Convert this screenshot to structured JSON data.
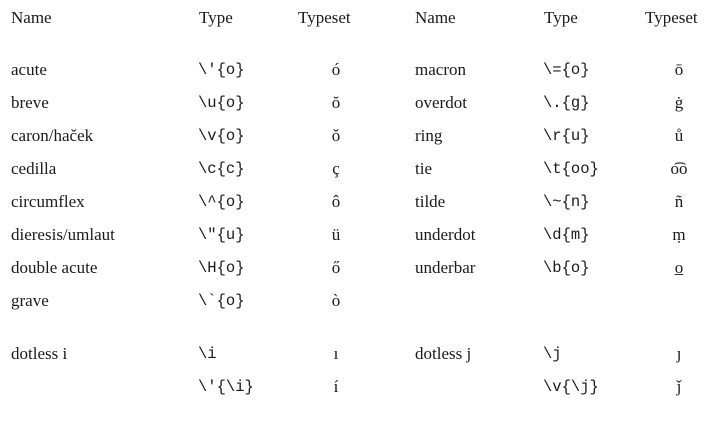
{
  "headers": [
    "Name",
    "Type",
    "Typeset",
    "Name",
    "Type",
    "Typeset"
  ],
  "rows": [
    {
      "left": {
        "name": "acute",
        "type": "\\'{o}",
        "typeset": "ó"
      },
      "right": {
        "name": "macron",
        "type": "\\={o}",
        "typeset": "ō"
      }
    },
    {
      "left": {
        "name": "breve",
        "type": "\\u{o}",
        "typeset": "ŏ"
      },
      "right": {
        "name": "overdot",
        "type": "\\.{g}",
        "typeset": "ġ"
      }
    },
    {
      "left": {
        "name": "caron/haček",
        "type": "\\v{o}",
        "typeset": "ǒ"
      },
      "right": {
        "name": "ring",
        "type": "\\r{u}",
        "typeset": "ů"
      }
    },
    {
      "left": {
        "name": "cedilla",
        "type": "\\c{c}",
        "typeset": "ç"
      },
      "right": {
        "name": "tie",
        "type": "\\t{oo}",
        "typeset": "o͡o"
      }
    },
    {
      "left": {
        "name": "circumflex",
        "type": "\\^{o}",
        "typeset": "ô"
      },
      "right": {
        "name": "tilde",
        "type": "\\~{n}",
        "typeset": "ñ"
      }
    },
    {
      "left": {
        "name": "dieresis/umlaut",
        "type": "\\\"{u}",
        "typeset": "ü"
      },
      "right": {
        "name": "underdot",
        "type": "\\d{m}",
        "typeset": "ṃ"
      }
    },
    {
      "left": {
        "name": "double acute",
        "type": "\\H{o}",
        "typeset": "ő"
      },
      "right": {
        "name": "underbar",
        "type": "\\b{o}",
        "typeset": "o̲"
      }
    },
    {
      "left": {
        "name": "grave",
        "type": "\\`{o}",
        "typeset": "ò"
      },
      "right": {
        "name": "",
        "type": "",
        "typeset": ""
      }
    },
    {
      "left": {
        "name": "dotless i",
        "type": "\\i",
        "typeset": "ı"
      },
      "right": {
        "name": "dotless j",
        "type": "\\j",
        "typeset": "ȷ"
      }
    },
    {
      "left": {
        "name": "",
        "type": "\\'{\\i}",
        "typeset": "í"
      },
      "right": {
        "name": "",
        "type": "\\v{\\j}",
        "typeset": "ǰ"
      }
    }
  ]
}
